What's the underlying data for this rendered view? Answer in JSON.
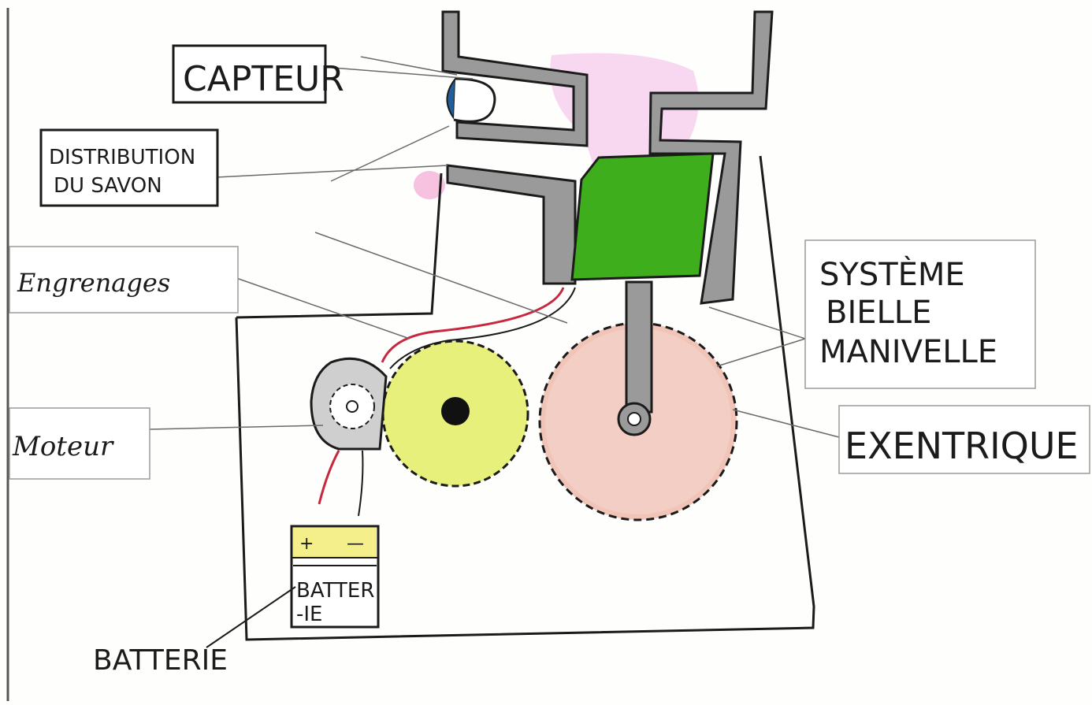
{
  "diagram": {
    "labels": {
      "capteur": "CAPTEUR",
      "distribution_line1": "DISTRIBUTION",
      "distribution_line2": "DU SAVON",
      "engrenages": "Engrenages",
      "moteur": "Moteur",
      "systeme_line1": "SYSTÈME",
      "systeme_line2": "BIELLE",
      "systeme_line3": "MANIVELLE",
      "exentrique": "EXENTRIQUE",
      "batterie_outside": "BATTERIE",
      "battery_plus": "+",
      "battery_minus": "—",
      "battery_inside_line1": "BATTER",
      "battery_inside_line2": "-IE"
    },
    "colors": {
      "ink": "#1b1b1b",
      "pipe_gray": "#9a9a9a",
      "piston_green": "#3fae1c",
      "gear_yellow": "#e6f07a",
      "gear_red": "#f1c4b8",
      "soap_pink": "#f2b6e6",
      "battery_yellow": "#f4ef8a",
      "sensor_blue": "#1f5f9e",
      "wire_red": "#c8283f"
    },
    "icons": {
      "sensor": "sensor-icon",
      "motor": "motor-icon",
      "battery": "battery-icon"
    }
  }
}
